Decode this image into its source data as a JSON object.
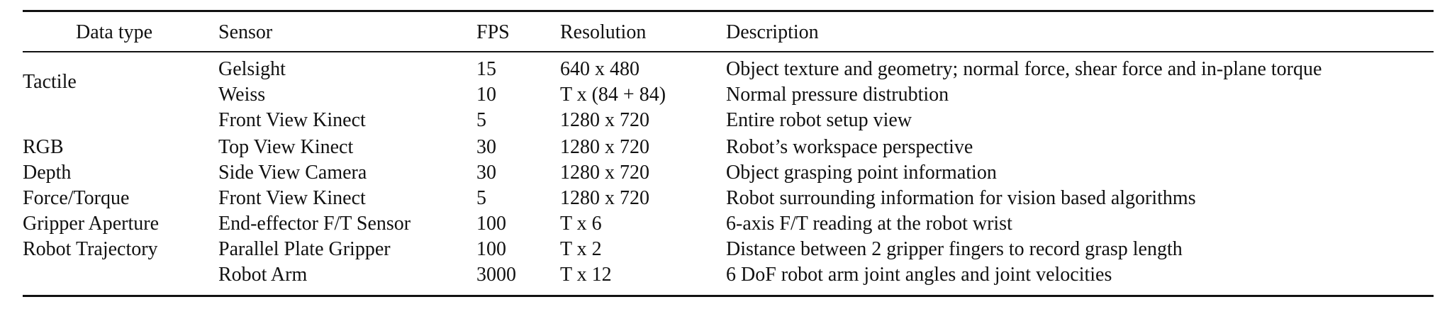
{
  "table": {
    "headers": {
      "data_type": "Data type",
      "sensor": "Sensor",
      "fps": "FPS",
      "resolution": "Resolution",
      "description": "Description"
    },
    "groups": {
      "tactile": "Tactile",
      "rgb": "RGB",
      "depth": "Depth",
      "force_torque": "Force/Torque",
      "gripper_aperture": "Gripper Aperture",
      "robot_trajectory": "Robot Trajectory"
    },
    "rows": [
      {
        "sensor": "Gelsight",
        "fps": "15",
        "resolution": "640 x 480",
        "description": "Object texture and geometry; normal force, shear force and in-plane torque"
      },
      {
        "sensor": "Weiss",
        "fps": "10",
        "resolution": "T x (84 + 84)",
        "description": "Normal pressure distrubtion"
      },
      {
        "sensor": "Front View Kinect",
        "fps": "5",
        "resolution": "1280 x 720",
        "description": "Entire robot setup view"
      },
      {
        "sensor": "Top View Kinect",
        "fps": "30",
        "resolution": "1280 x 720",
        "description": "Robot’s workspace perspective"
      },
      {
        "sensor": "Side View Camera",
        "fps": "30",
        "resolution": "1280 x 720",
        "description": "Object grasping point information"
      },
      {
        "sensor": "Front View Kinect",
        "fps": "5",
        "resolution": "1280 x 720",
        "description": "Robot surrounding information for vision based algorithms"
      },
      {
        "sensor": "End-effector F/T Sensor",
        "fps": "100",
        "resolution": "T x 6",
        "description": "6-axis F/T reading at the robot wrist"
      },
      {
        "sensor": "Parallel Plate Gripper",
        "fps": "100",
        "resolution": "T x 2",
        "description": "Distance between 2 gripper fingers to record grasp length"
      },
      {
        "sensor": "Robot Arm",
        "fps": "3000",
        "resolution": "T x 12",
        "description": "6 DoF robot arm joint angles and joint velocities"
      }
    ]
  }
}
